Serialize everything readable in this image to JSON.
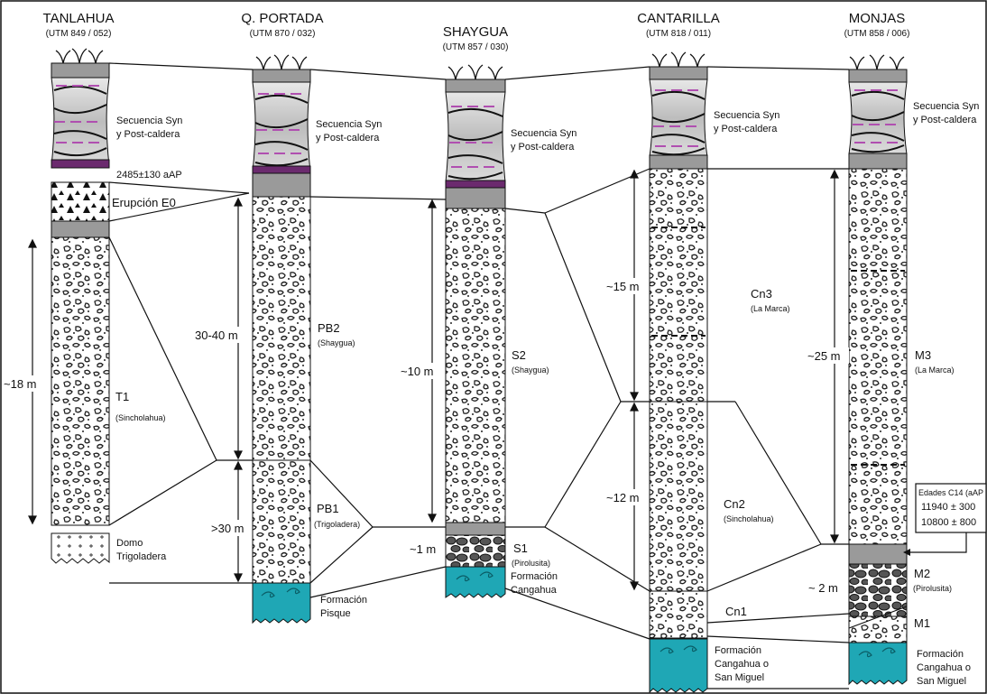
{
  "sections": [
    {
      "name": "TANLAHUA",
      "utm": "(UTM 849 / 052)"
    },
    {
      "name": "Q. PORTADA",
      "utm": "(UTM 870 / 032)"
    },
    {
      "name": "SHAYGUA",
      "utm": "(UTM 857 / 030)"
    },
    {
      "name": "CANTARILLA",
      "utm": "(UTM 818 / 011)"
    },
    {
      "name": "MONJAS",
      "utm": "(UTM 858 / 006)"
    }
  ],
  "labels": {
    "secuencia_1": "Secuencia Syn",
    "secuencia_2": "y Post-caldera",
    "date": "2485±130 aAP",
    "erupcion": "Erupción E0",
    "domo_1": "Domo",
    "domo_2": "Trigoladera",
    "t1": "T1",
    "t1_sub": "(Sincholahua)",
    "pb2": "PB2",
    "pb2_sub": "(Shaygua)",
    "pb1": "PB1",
    "pb1_sub": "(Trigoladera)",
    "s2": "S2",
    "s2_sub": "(Shaygua)",
    "s1": "S1",
    "s1_sub": "(Pirolusita)",
    "cn3": "Cn3",
    "cn3_sub": "(La Marca)",
    "cn2": "Cn2",
    "cn2_sub": "(Sincholahua)",
    "cn1": "Cn1",
    "m3": "M3",
    "m3_sub": "(La Marca)",
    "m2": "M2",
    "m2_sub": "(Pirolusita)",
    "m1": "M1",
    "pisque_1": "Formación",
    "pisque_2": "Pisque",
    "cangahua_1": "Formación",
    "cangahua_2": "Cangahua",
    "cangahua_o_1": "Formación",
    "cangahua_o_2": "Cangahua o",
    "cangahua_o_3": "San Miguel",
    "cangahua_m_1": "Formación",
    "cangahua_m_2": "Cangahua o",
    "cangahua_m_3": "San Miguel"
  },
  "measurements": {
    "tanlahua_t1": "~18 m",
    "portada_pb2": "30-40 m",
    "portada_pb1": ">30 m",
    "shaygua_s2": "~10 m",
    "shaygua_s1": "~1 m",
    "cantarilla_cn3": "~15 m",
    "cantarilla_cn2": "~12 m",
    "monjas_m3": "~25 m",
    "monjas_m2": "~ 2 m"
  },
  "c14_box": {
    "title": "Edades C14 (aAP",
    "age_1": "11940 ± 300",
    "age_2": "10800 ± 800"
  },
  "colors": {
    "cangahua": "#1fa7b5",
    "cap_gray": "#9a9a9a",
    "purple": "#7b2a7e"
  }
}
